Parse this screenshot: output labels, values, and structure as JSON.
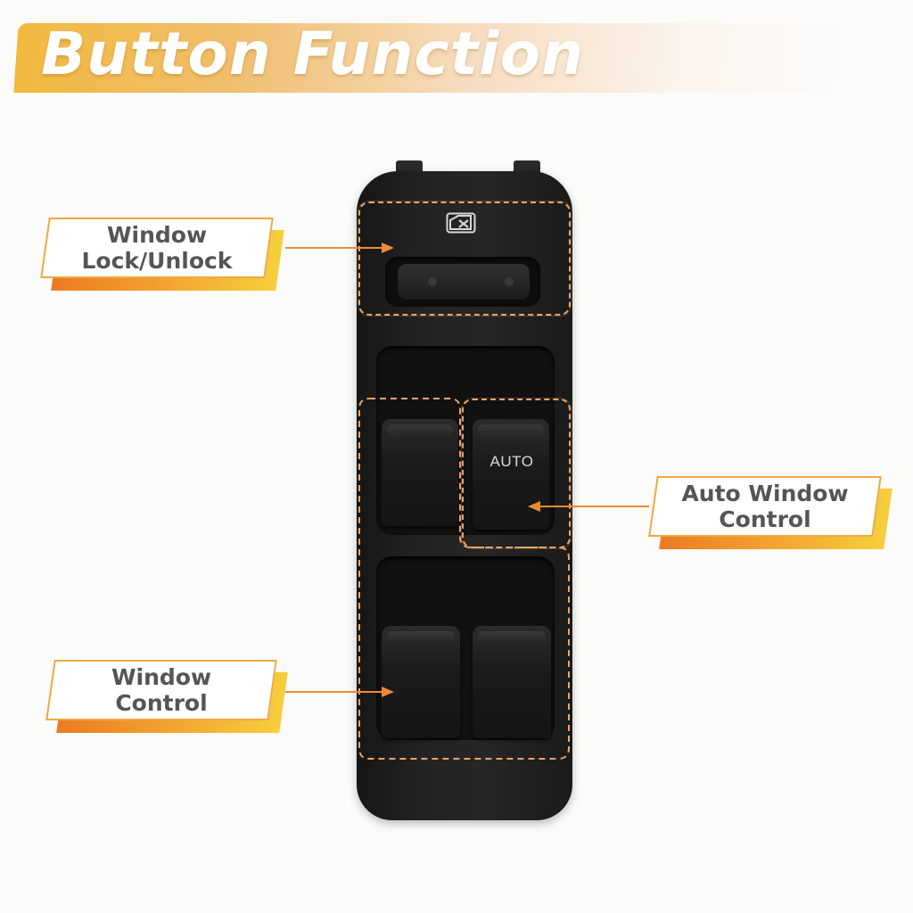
{
  "title": "Button Function",
  "callouts": {
    "lock": {
      "line1": "Window",
      "line2": "Lock/Unlock"
    },
    "auto": {
      "line1": "Auto Window",
      "line2": "Control"
    },
    "window": {
      "line1": "Window",
      "line2": "Control"
    }
  },
  "switch_panel": {
    "auto_label": "AUTO",
    "icons": [
      "window-lock-icon"
    ]
  },
  "colors": {
    "accent_orange": "#ee8a34",
    "accent_yellow": "#f2b93f",
    "label_text": "#555555",
    "panel": "#222222"
  }
}
